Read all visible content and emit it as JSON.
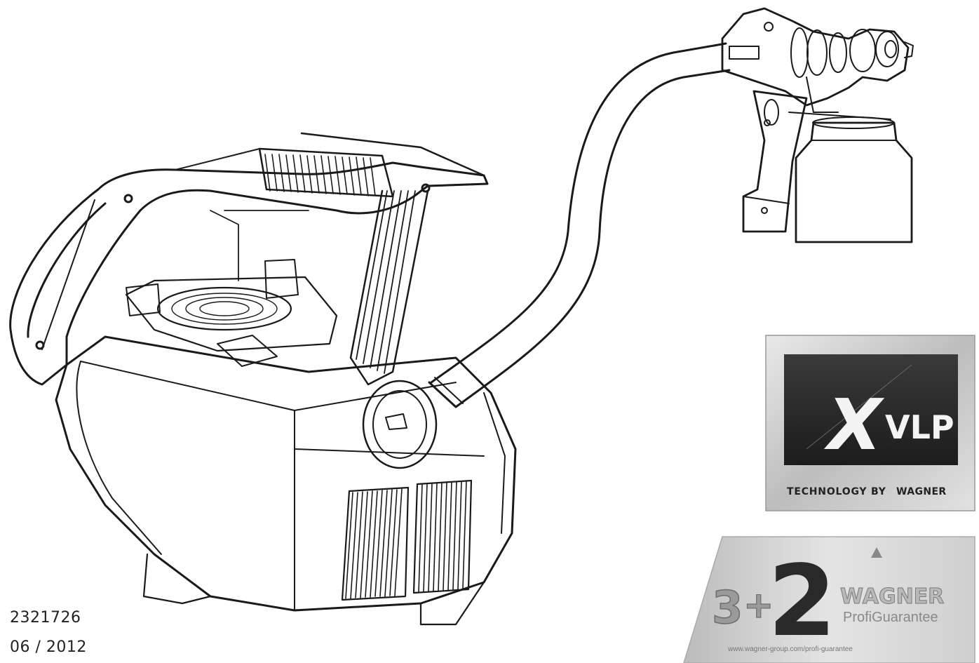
{
  "document": {
    "number": "2321726",
    "date": "06 / 2012"
  },
  "badges": {
    "xvlp": {
      "logo_x": "X",
      "logo_vlp": "VLP",
      "tagline": "TECHNOLOGY BY",
      "brand": "WAGNER"
    },
    "guarantee": {
      "years_a": "3",
      "plus": "+",
      "years_b": "2",
      "brand": "WAGNER",
      "program": "ProfiGuarantee",
      "url": "www.wagner-group.com/profi-guarantee"
    }
  },
  "colors": {
    "line": "#1a1a1a",
    "badge_dark": "#2b2b2b",
    "badge_silver": "#c8c8c8"
  }
}
